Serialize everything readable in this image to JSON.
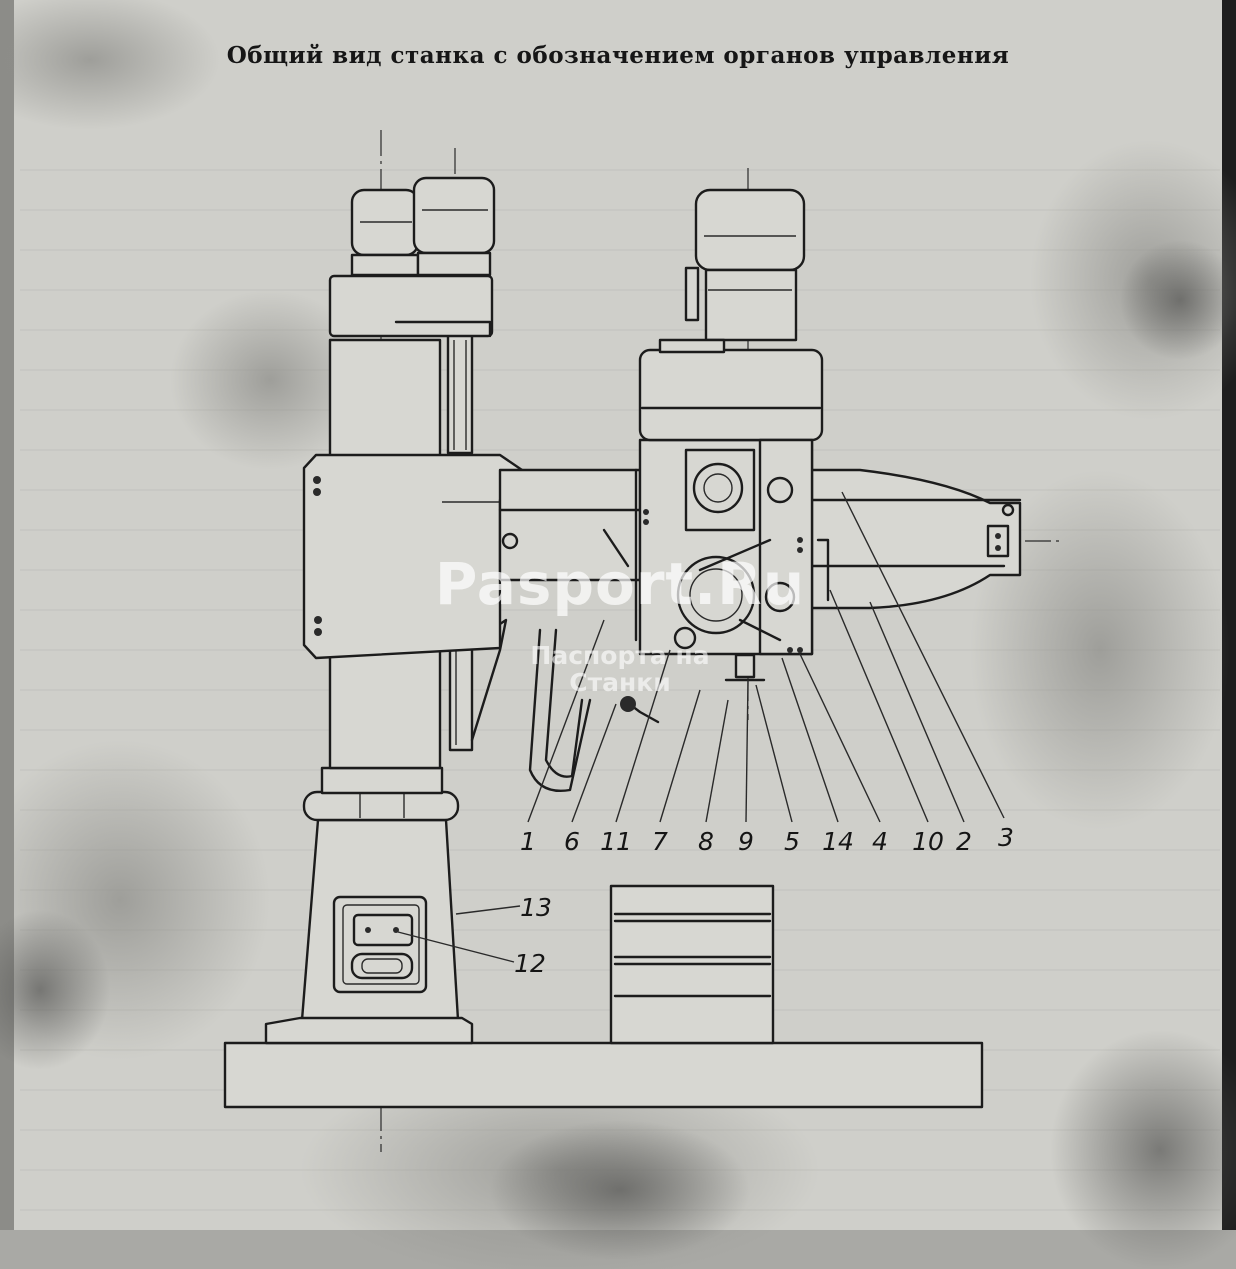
{
  "title": "Общий вид станка с обозначением органов управления",
  "watermark": {
    "main": "Pasport.Ru",
    "sub_line1": "Паспорта на",
    "sub_line2": "Станки"
  },
  "callouts": [
    "1",
    "6",
    "11",
    "7",
    "8",
    "9",
    "5",
    "14",
    "4",
    "10",
    "2",
    "3",
    "13",
    "12"
  ],
  "colors": {
    "paper": "#cfcfca",
    "ink": "#1c1c1c"
  }
}
